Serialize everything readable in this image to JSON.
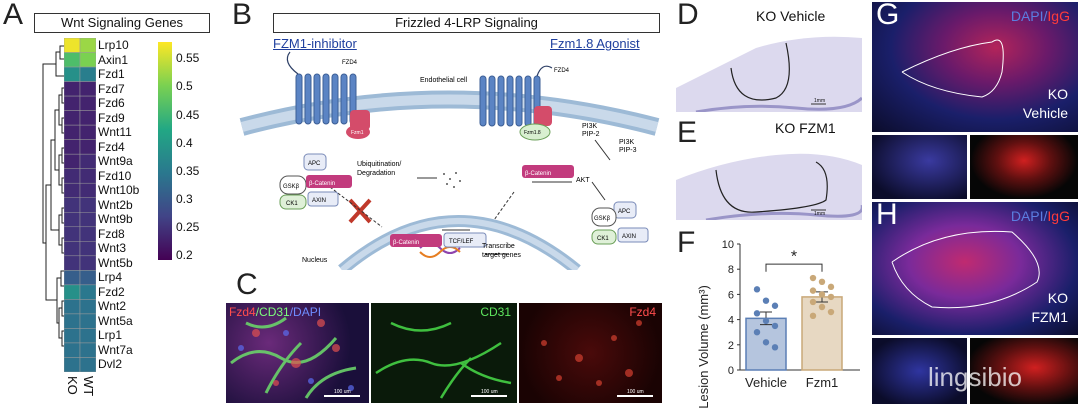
{
  "panelA": {
    "letter": "A",
    "title": "Wnt Signaling Genes",
    "genes": [
      "Lrp10",
      "Axin1",
      "Fzd1",
      "Fzd7",
      "Fzd6",
      "Fzd9",
      "Wnt11",
      "Fzd4",
      "Wnt9a",
      "Fzd10",
      "Wnt10b",
      "Wnt2b",
      "Wnt9b",
      "Fzd8",
      "Wnt3",
      "Wnt5b",
      "Lrp4",
      "Fzd2",
      "Wnt2",
      "Wnt5a",
      "Lrp1",
      "Wnt7a",
      "Dvl2"
    ],
    "columns": [
      "KO",
      "WT"
    ],
    "colorbar_ticks": [
      "0.55",
      "0.5",
      "0.45",
      "0.4",
      "0.35",
      "0.3",
      "0.25",
      "0.2"
    ]
  },
  "chart_data": [
    {
      "type": "heatmap",
      "title": "Wnt Signaling Genes",
      "rows": [
        "Lrp10",
        "Axin1",
        "Fzd1",
        "Fzd7",
        "Fzd6",
        "Fzd9",
        "Wnt11",
        "Fzd4",
        "Wnt9a",
        "Fzd10",
        "Wnt10b",
        "Wnt2b",
        "Wnt9b",
        "Fzd8",
        "Wnt3",
        "Wnt5b",
        "Lrp4",
        "Fzd2",
        "Wnt2",
        "Wnt5a",
        "Lrp1",
        "Wnt7a",
        "Dvl2"
      ],
      "columns": [
        "KO",
        "WT"
      ],
      "values": [
        [
          0.57,
          0.52
        ],
        [
          0.46,
          0.5
        ],
        [
          0.38,
          0.35
        ],
        [
          0.22,
          0.22
        ],
        [
          0.22,
          0.22
        ],
        [
          0.22,
          0.22
        ],
        [
          0.22,
          0.22
        ],
        [
          0.22,
          0.22
        ],
        [
          0.22,
          0.23
        ],
        [
          0.23,
          0.23
        ],
        [
          0.23,
          0.23
        ],
        [
          0.24,
          0.24
        ],
        [
          0.24,
          0.24
        ],
        [
          0.24,
          0.24
        ],
        [
          0.24,
          0.24
        ],
        [
          0.24,
          0.24
        ],
        [
          0.3,
          0.3
        ],
        [
          0.38,
          0.34
        ],
        [
          0.33,
          0.33
        ],
        [
          0.33,
          0.33
        ],
        [
          0.33,
          0.33
        ],
        [
          0.33,
          0.33
        ],
        [
          0.33,
          0.33
        ]
      ],
      "colorscale": "viridis",
      "vmin": 0.18,
      "vmax": 0.58
    },
    {
      "type": "bar",
      "categories": [
        "Vehicle",
        "Fzm1"
      ],
      "values": [
        4.1,
        5.8
      ],
      "errors": [
        0.5,
        0.4
      ],
      "points": [
        [
          6.4,
          5.5,
          5.1,
          4.5,
          3.9,
          3.5,
          3.0,
          2.2,
          1.8
        ],
        [
          7.3,
          7.0,
          6.6,
          6.3,
          6.0,
          5.8,
          5.4,
          5.0,
          4.6,
          4.3
        ]
      ],
      "ylabel": "Lesion Volume (mm³)",
      "ylim": [
        0,
        10
      ],
      "yticks": [
        "0",
        "2",
        "4",
        "6",
        "8",
        "10"
      ],
      "significance": "*",
      "colors": [
        "#5b7fb5",
        "#c9a878"
      ]
    }
  ],
  "panelB": {
    "letter": "B",
    "title": "Frizzled 4-LRP Signaling",
    "inhibitor": "FZM1-inhibitor",
    "agonist": "Fzm1.8 Agonist",
    "fzd4_left": "FZD4",
    "fzd4_right": "FZD4",
    "endothelial": "Endothelial cell",
    "fzm1": "Fzm1",
    "fzm18": "Fzm1.8",
    "pi3k1": "PI3K",
    "pip2": "PIP-2",
    "pi3k2": "PI3K",
    "pip3": "PIP-3",
    "akt": "AKT",
    "apc": "APC",
    "gsk": "GSKβ",
    "bcat": "β-Catenin",
    "ck1": "CK1",
    "axin": "AXIN",
    "ubiq": "Ubiquitination/",
    "degr": "Degradation",
    "bcat_mid": "β-Catenin",
    "apc2": "APC",
    "gsk2": "GSKβ",
    "ck1b": "CK1",
    "axin2": "AXIN",
    "nucleus": "Nucleus",
    "bcat_nuc": "β-Catenin",
    "tcf": "TCF/LEF",
    "transcribe1": "Transcribe",
    "transcribe2": "target genes"
  },
  "panelC": {
    "letter": "C",
    "merged_part1": "Fzd4",
    "merged_part2": "/CD31",
    "merged_part3": "/DAPI",
    "cd31": "CD31",
    "fzd4": "Fzd4",
    "scale": "100 um"
  },
  "panelD": {
    "letter": "D",
    "label": "KO Vehicle",
    "scale": "1mm"
  },
  "panelE": {
    "letter": "E",
    "label": "KO FZM1",
    "scale": "1mm"
  },
  "panelF": {
    "letter": "F"
  },
  "panelG": {
    "letter": "G",
    "stain1": "DAPI/",
    "stain2": "IgG",
    "line1": "KO",
    "line2": "Vehicle"
  },
  "panelH": {
    "letter": "H",
    "stain1": "DAPI/",
    "stain2": "IgG",
    "line1": "KO",
    "line2": "FZM1"
  },
  "watermark": "lingsibio",
  "colors": {
    "red": "#e23a3a",
    "blue": "#3b62c6",
    "bar_blue": "#5b7fb5",
    "bar_tan": "#c9a878"
  }
}
